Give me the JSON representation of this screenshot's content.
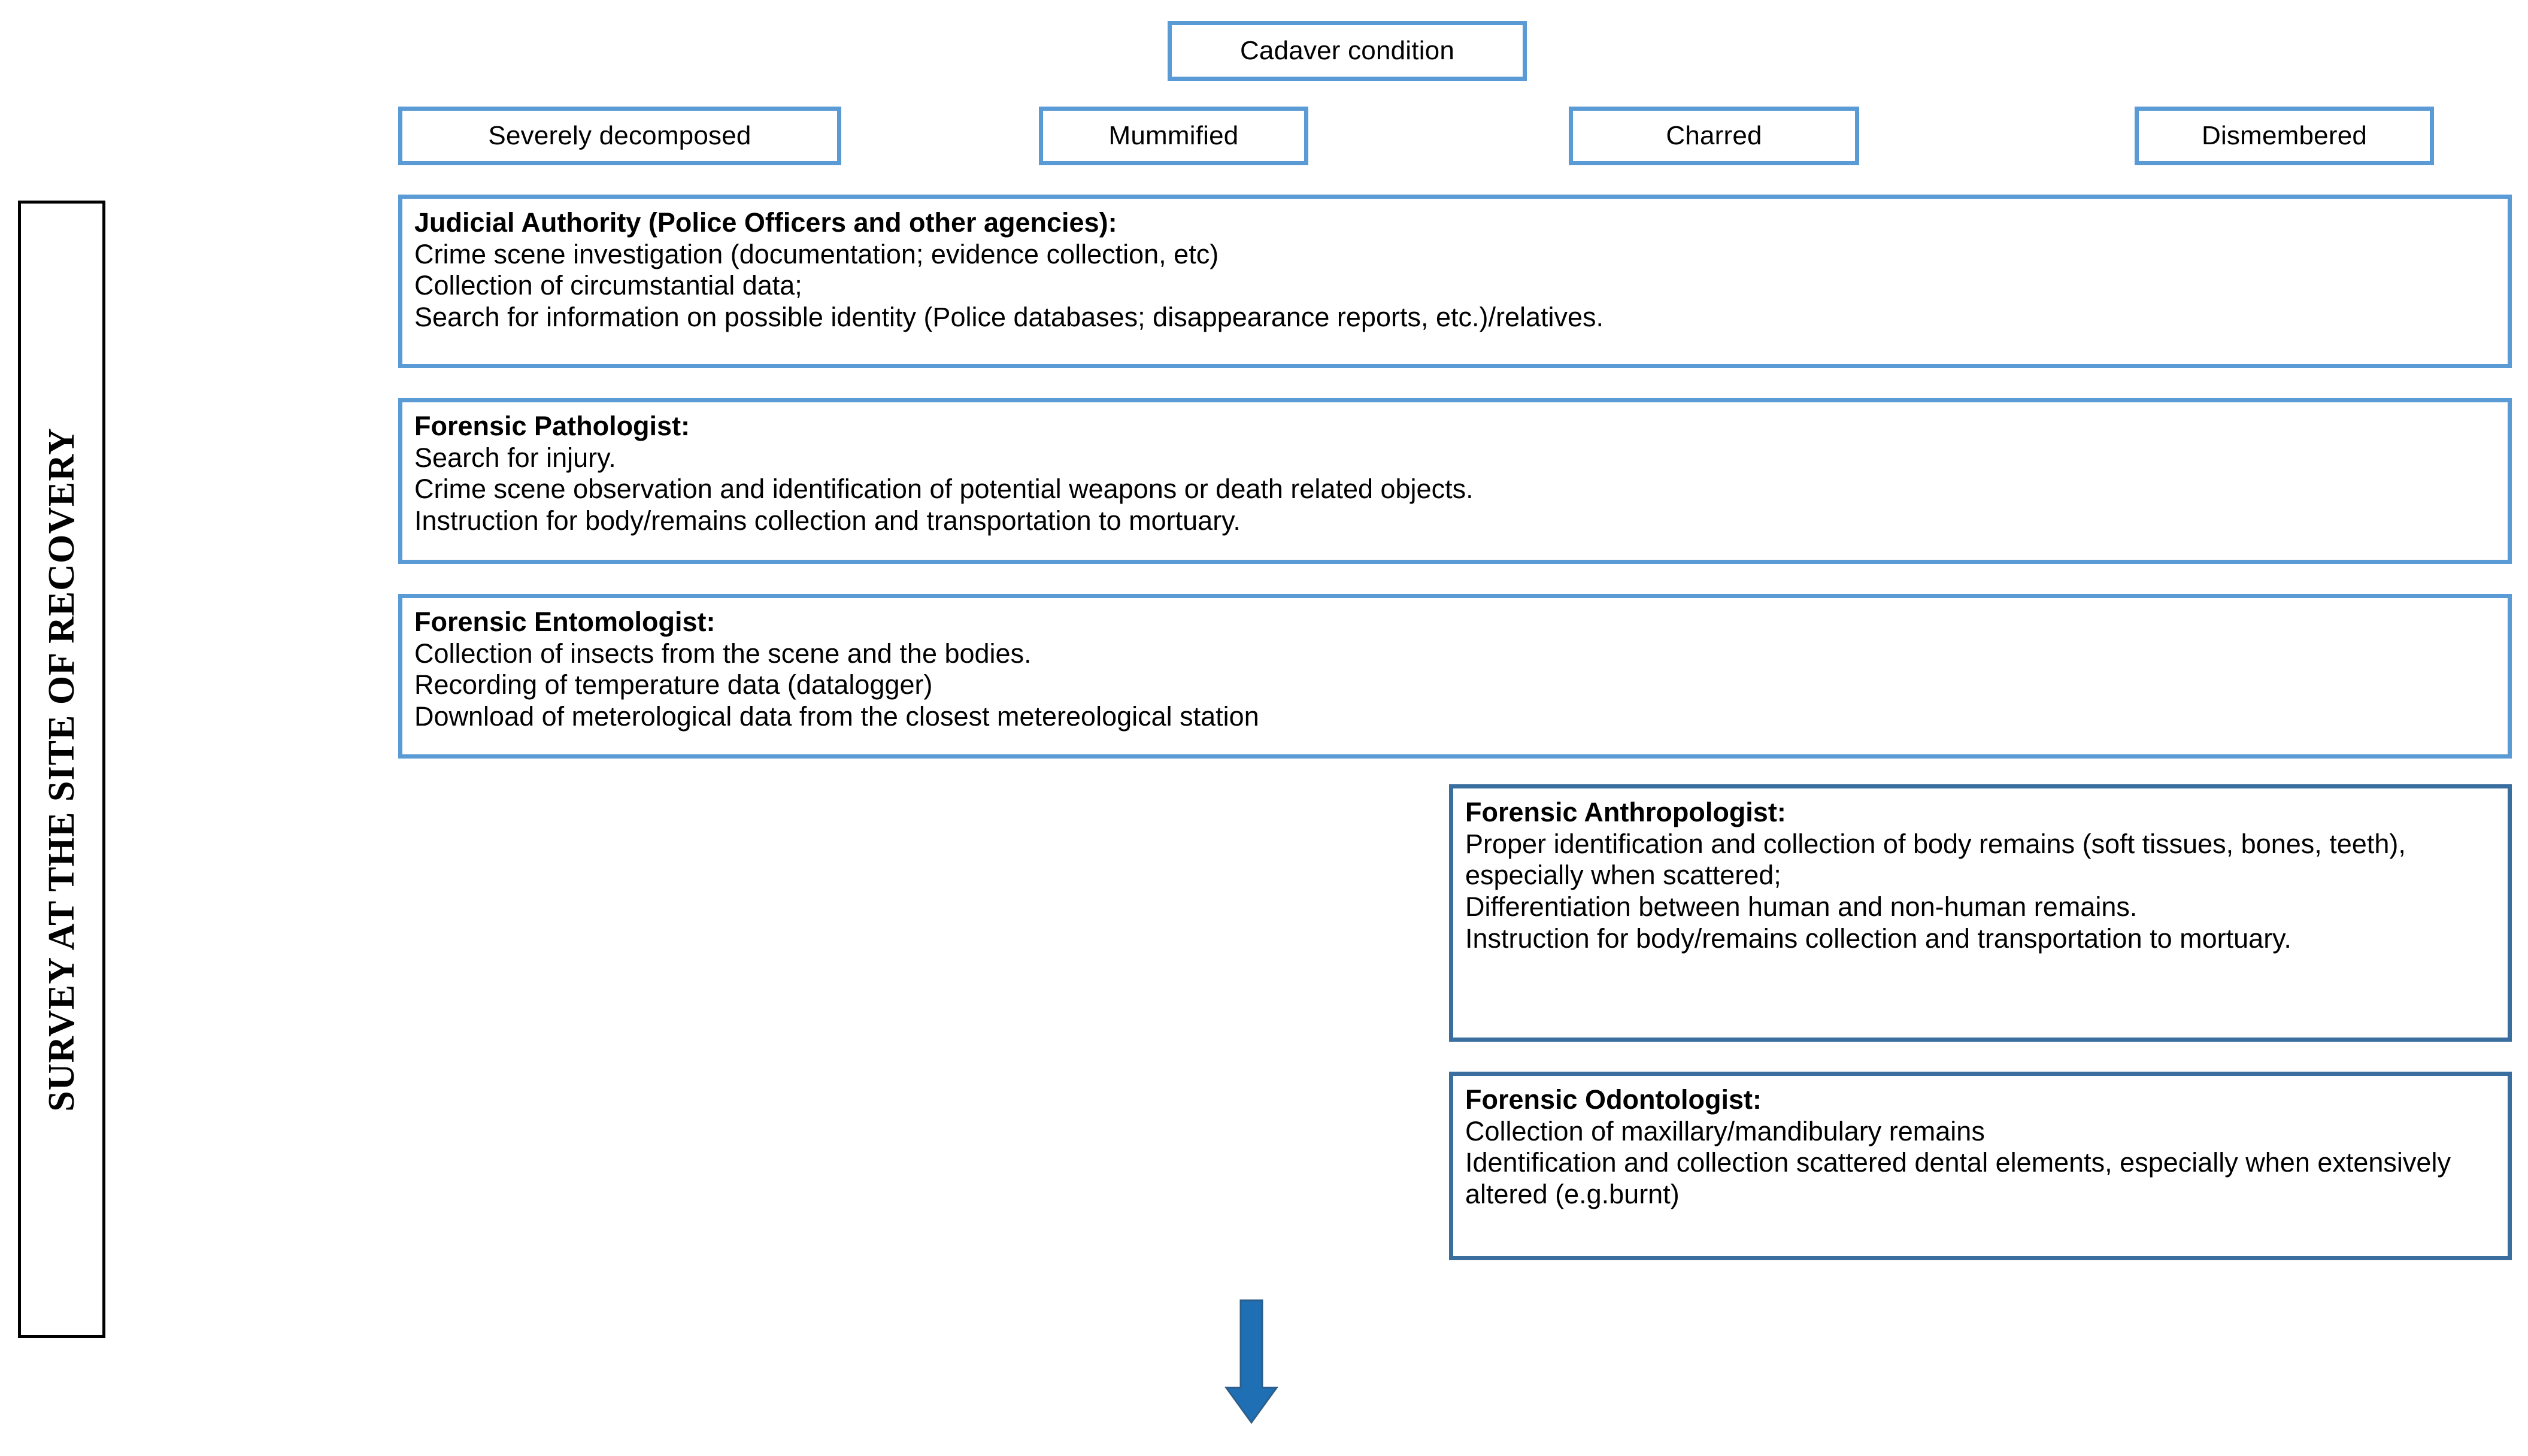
{
  "diagram": {
    "vertical_label": "SURVEY AT THE SITE OF RECOVERY",
    "root": {
      "label": "Cadaver condition"
    },
    "conditions": [
      {
        "label": "Severely decomposed"
      },
      {
        "label": "Mummified"
      },
      {
        "label": "Charred"
      },
      {
        "label": "Dismembered"
      }
    ],
    "roles": [
      {
        "title": "Judicial Authority (Police Officers and other agencies):",
        "lines": [
          "Crime scene investigation (documentation; evidence collection, etc)",
          "Collection of circumstantial data;",
          "Search for information on possible identity (Police databases; disappearance reports, etc.)/relatives."
        ]
      },
      {
        "title": "Forensic Pathologist:",
        "lines": [
          "Search for injury.",
          "Crime scene observation and identification of potential weapons or death related objects.",
          "Instruction for body/remains collection and transportation to mortuary."
        ]
      },
      {
        "title": "Forensic Entomologist:",
        "lines": [
          "Collection of insects from the scene and the bodies.",
          "Recording of temperature data (datalogger)",
          "Download of meterological data from the closest metereological station"
        ]
      },
      {
        "title": "Forensic Anthropologist:",
        "lines": [
          "Proper identification and collection of body remains (soft tissues, bones, teeth), especially when scattered;",
          "Differentiation between human and non-human remains.",
          "Instruction for body/remains collection and transportation to mortuary."
        ]
      },
      {
        "title": "Forensic Odontologist:",
        "lines": [
          "Collection of maxillary/mandibulary remains",
          "Identification and collection scattered dental elements, especially when extensively altered (e.g.burnt)"
        ]
      }
    ],
    "flow_arrow": {
      "direction": "down",
      "color": "#1F6FB5"
    },
    "colors": {
      "light_border": "#5B9BD5",
      "dark_border": "#3A6E9E",
      "arrow": "#1F6FB5",
      "text": "#000000",
      "background": "#FFFFFF"
    }
  }
}
